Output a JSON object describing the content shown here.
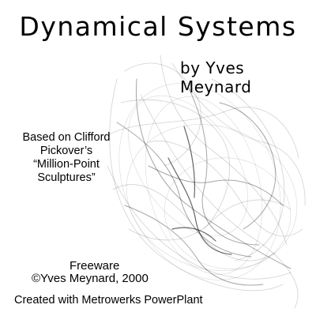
{
  "splash": {
    "title": "Dynamical Systems",
    "byline": "by Yves Meynard",
    "based_on": [
      "Based on Clifford",
      "Pickover’s",
      "“Million-Point",
      "Sculptures”"
    ],
    "freeware": "Freeware",
    "copyright": "©Yves Meynard, 2000",
    "created_with": "Created with Metrowerks PowerPlant"
  },
  "colors": {
    "background": "#ffffff",
    "ink": "#000000"
  }
}
